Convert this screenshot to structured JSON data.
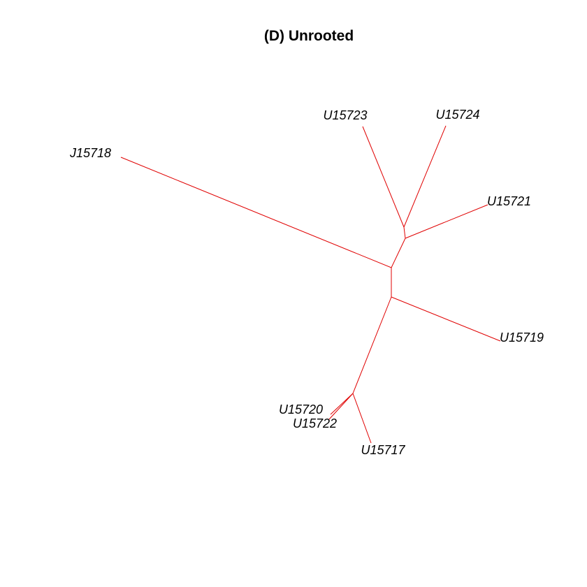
{
  "title": "(D) Unrooted",
  "tree": {
    "type": "unrooted-phylogram",
    "edge_color": "#e00000",
    "tips": [
      {
        "id": "t18",
        "label": "J15718"
      },
      {
        "id": "t23",
        "label": "U15723"
      },
      {
        "id": "t24",
        "label": "U15724"
      },
      {
        "id": "t21",
        "label": "U15721"
      },
      {
        "id": "t19",
        "label": "U15719"
      },
      {
        "id": "t20",
        "label": "U15720"
      },
      {
        "id": "t22",
        "label": "U15722"
      },
      {
        "id": "t17",
        "label": "U15717"
      }
    ]
  }
}
